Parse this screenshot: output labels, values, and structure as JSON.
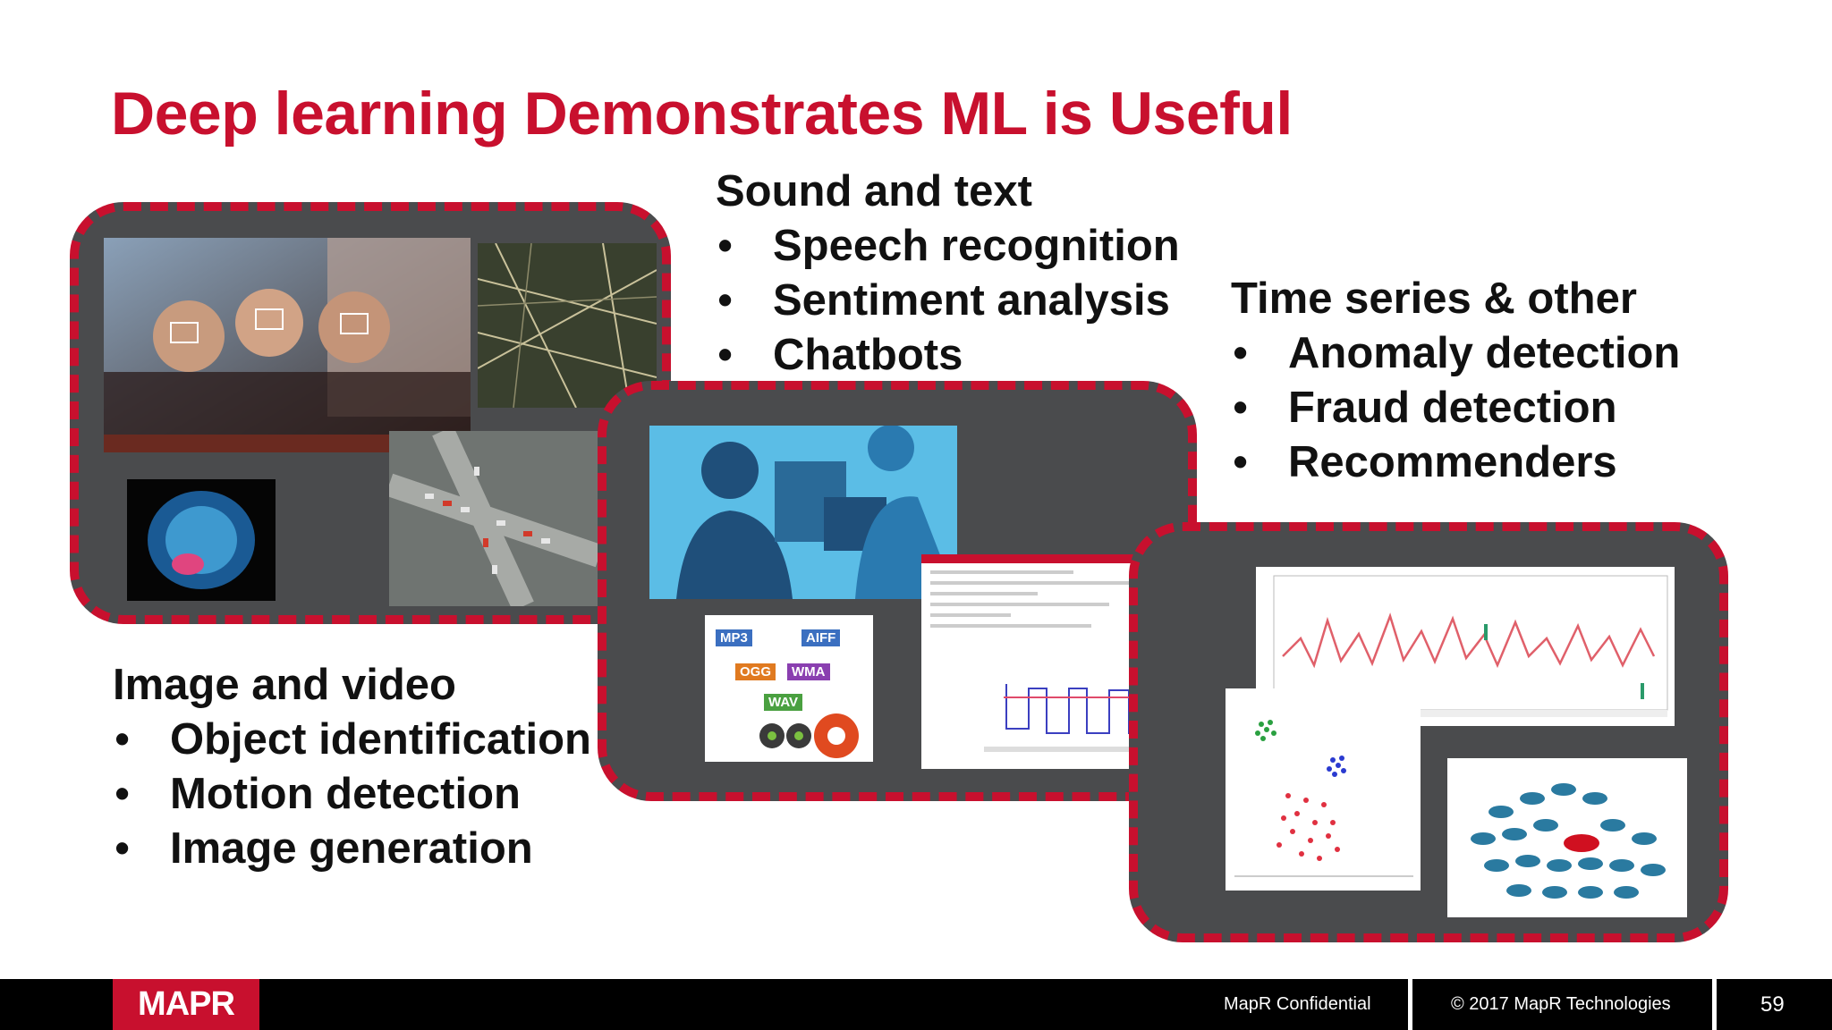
{
  "slide": {
    "title": "Deep learning Demonstrates ML is Useful"
  },
  "image_and_video": {
    "heading": "Image and video",
    "items": [
      "Object identification",
      "Motion detection",
      "Image generation"
    ]
  },
  "sound_and_text": {
    "heading": "Sound and text",
    "items": [
      "Speech recognition",
      "Sentiment analysis",
      "Chatbots"
    ]
  },
  "time_series": {
    "heading": "Time series & other",
    "items": [
      "Anomaly detection",
      "Fraud detection",
      "Recommenders"
    ]
  },
  "audio_formats": [
    "MP3",
    "AIFF",
    "OGG",
    "WMA",
    "WAV"
  ],
  "footer": {
    "logo": "MAPR",
    "confidential": "MapR Confidential",
    "copyright": "© 2017 MapR Technologies",
    "page_number": "59"
  },
  "colors": {
    "accent": "#c8102e",
    "panel": "#4a4b4d"
  }
}
